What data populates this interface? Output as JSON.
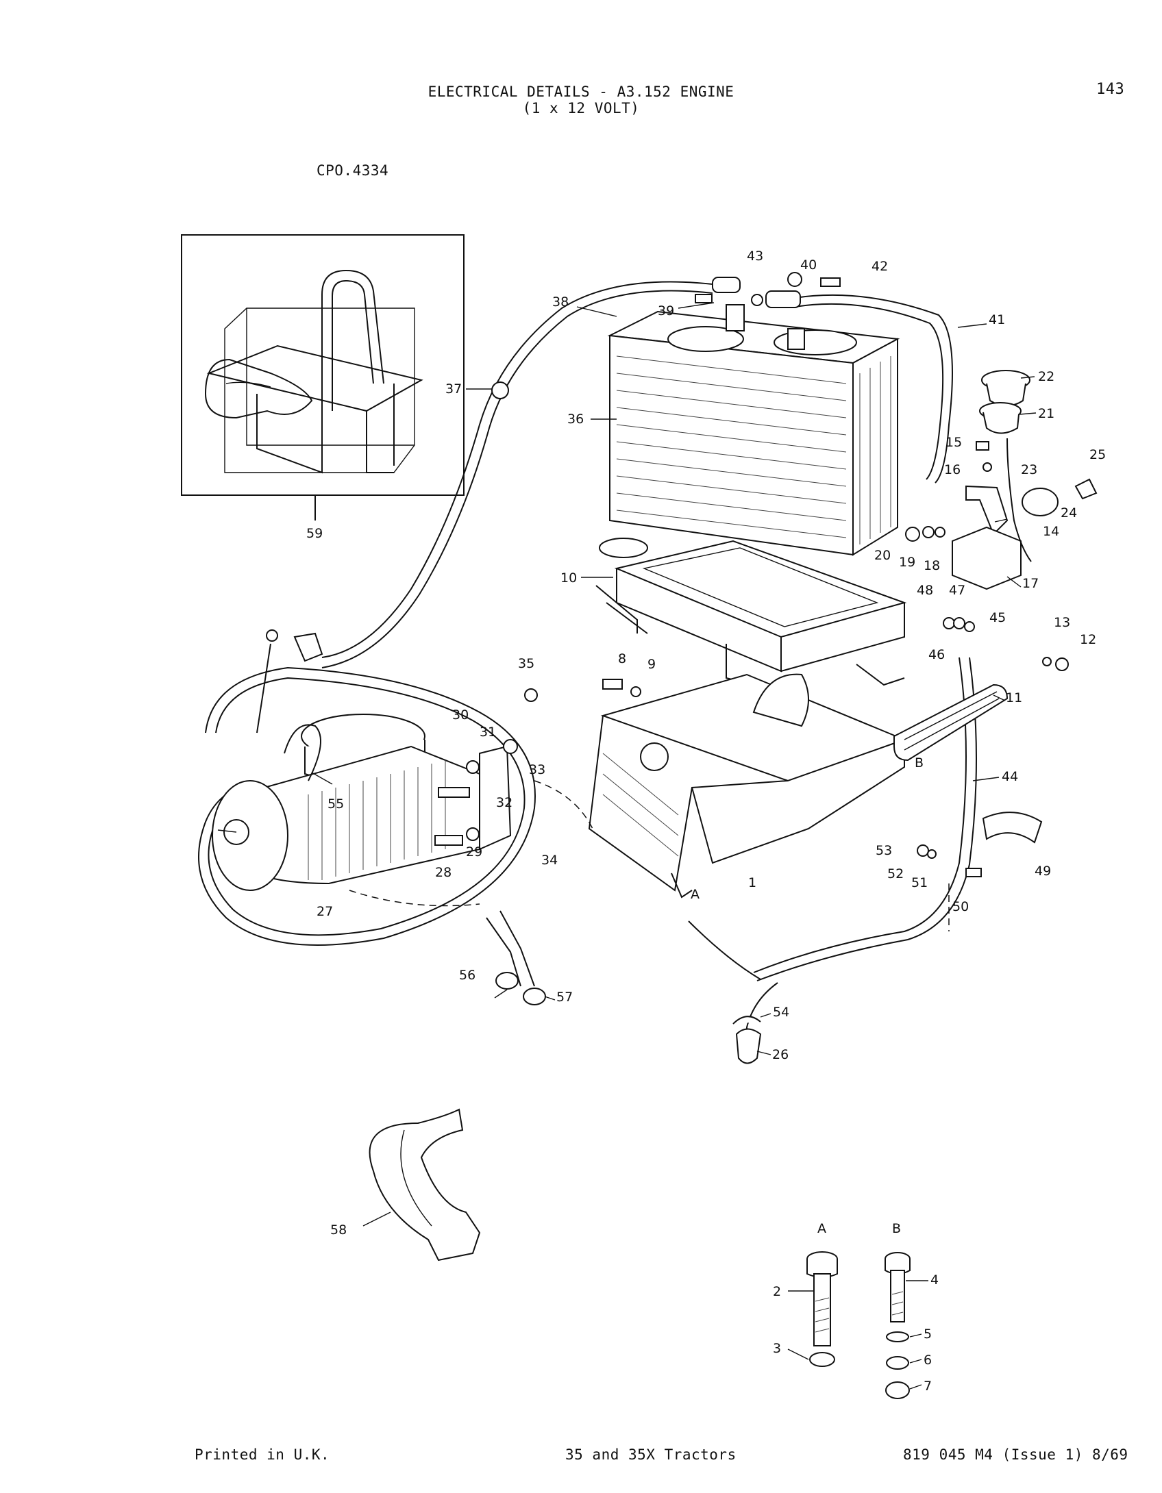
{
  "page": {
    "title_line1": "ELECTRICAL DETAILS - A3.152 ENGINE",
    "title_line2": "(1 x 12 VOLT)",
    "page_number": "143",
    "reference": "CPO.4334"
  },
  "footer": {
    "left": "Printed in U.K.",
    "center": "35 and 35X Tractors",
    "right": "819 045 M4 (Issue 1) 8/69"
  },
  "callouts": {
    "n1": "1",
    "n2": "2",
    "n3": "3",
    "n4": "4",
    "n5": "5",
    "n6": "6",
    "n7": "7",
    "n8": "8",
    "n9": "9",
    "n10": "10",
    "n11": "11",
    "n12": "12",
    "n13": "13",
    "n14": "14",
    "n15": "15",
    "n16": "16",
    "n17": "17",
    "n18": "18",
    "n19": "19",
    "n20": "20",
    "n21": "21",
    "n22": "22",
    "n23": "23",
    "n24": "24",
    "n25": "25",
    "n26": "26",
    "n27": "27",
    "n28": "28",
    "n29": "29",
    "n30": "30",
    "n31": "31",
    "n32": "32",
    "n33": "33",
    "n34": "34",
    "n35": "35",
    "n36": "36",
    "n37": "37",
    "n38": "38",
    "n39": "39",
    "n40": "40",
    "n41": "41",
    "n42": "42",
    "n43": "43",
    "n44": "44",
    "n45": "45",
    "n46": "46",
    "n47": "47",
    "n48": "48",
    "n49": "49",
    "n50": "50",
    "n51": "51",
    "n52": "52",
    "n53": "53",
    "n54": "54",
    "n55": "55",
    "n56": "56",
    "n57": "57",
    "n58": "58",
    "n59": "59",
    "A": "A",
    "B": "B",
    "boltA": "A",
    "boltB": "B"
  }
}
